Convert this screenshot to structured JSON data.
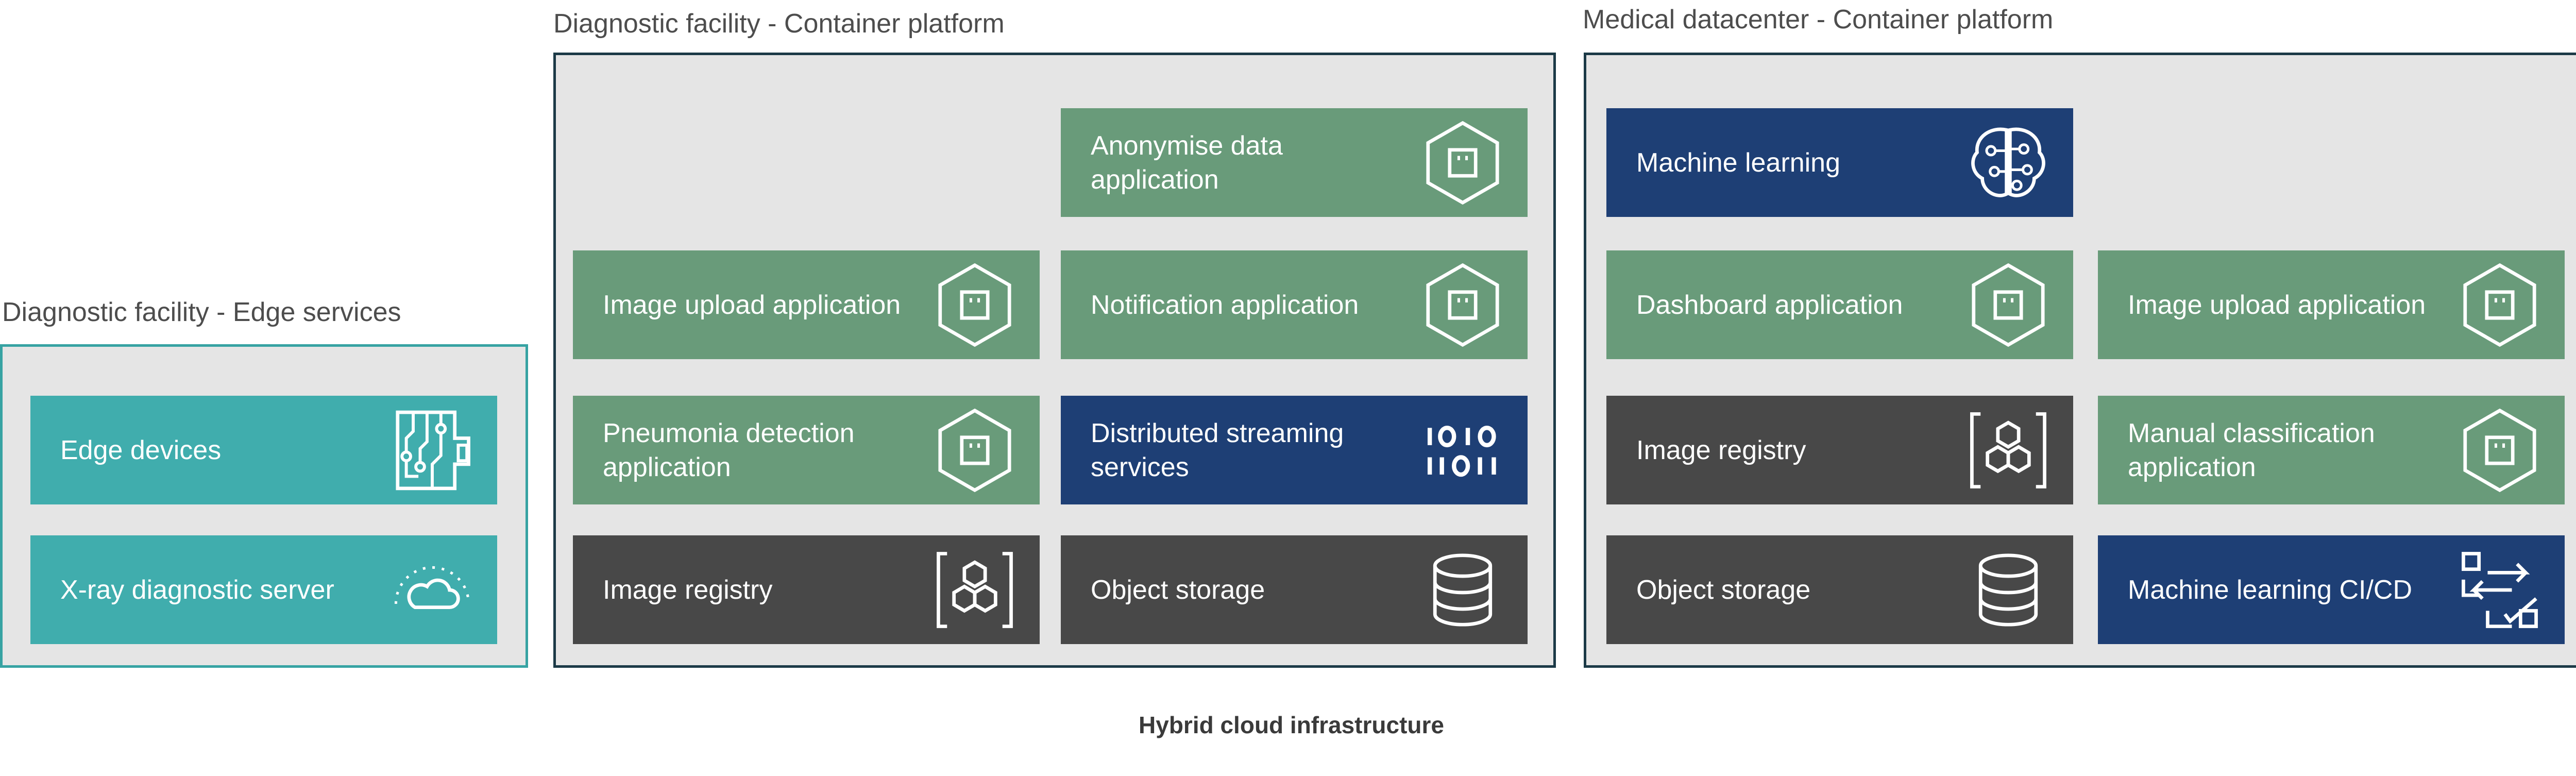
{
  "groups": {
    "edge": {
      "title": "Diagnostic facility - Edge services",
      "tiles": [
        {
          "label": "Edge devices",
          "color": "#40adad",
          "icon": "circuit-board-icon"
        },
        {
          "label": "X-ray diagnostic server",
          "color": "#40adad",
          "icon": "cloud-icon"
        }
      ]
    },
    "diag": {
      "title": "Diagnostic facility - Container platform",
      "tiles": [
        {
          "label": "Anonymise data application",
          "color": "#699b7a",
          "icon": "container-app-icon"
        },
        {
          "label": "Image upload application",
          "color": "#699b7a",
          "icon": "container-app-icon"
        },
        {
          "label": "Notification application",
          "color": "#699b7a",
          "icon": "container-app-icon"
        },
        {
          "label": "Pneumonia detection application",
          "color": "#699b7a",
          "icon": "container-app-icon"
        },
        {
          "label": "Distributed streaming services",
          "color": "#1e3f75",
          "icon": "binary-stream-icon"
        },
        {
          "label": "Image registry",
          "color": "#484848",
          "icon": "registry-icon"
        },
        {
          "label": "Object storage",
          "color": "#484848",
          "icon": "database-icon"
        }
      ]
    },
    "med": {
      "title": "Medical datacenter - Container platform",
      "tiles": [
        {
          "label": "Machine learning",
          "color": "#1e3f75",
          "icon": "brain-icon"
        },
        {
          "label": "Dashboard application",
          "color": "#699b7a",
          "icon": "container-app-icon"
        },
        {
          "label": "Image upload application",
          "color": "#699b7a",
          "icon": "container-app-icon"
        },
        {
          "label": "Image registry",
          "color": "#484848",
          "icon": "registry-icon"
        },
        {
          "label": "Manual classification application",
          "color": "#699b7a",
          "icon": "container-app-icon"
        },
        {
          "label": "Object storage",
          "color": "#484848",
          "icon": "database-icon"
        },
        {
          "label": "Machine learning CI/CD",
          "color": "#1e3f75",
          "icon": "cicd-icon"
        }
      ]
    }
  },
  "footer": "Hybrid cloud infrastructure"
}
